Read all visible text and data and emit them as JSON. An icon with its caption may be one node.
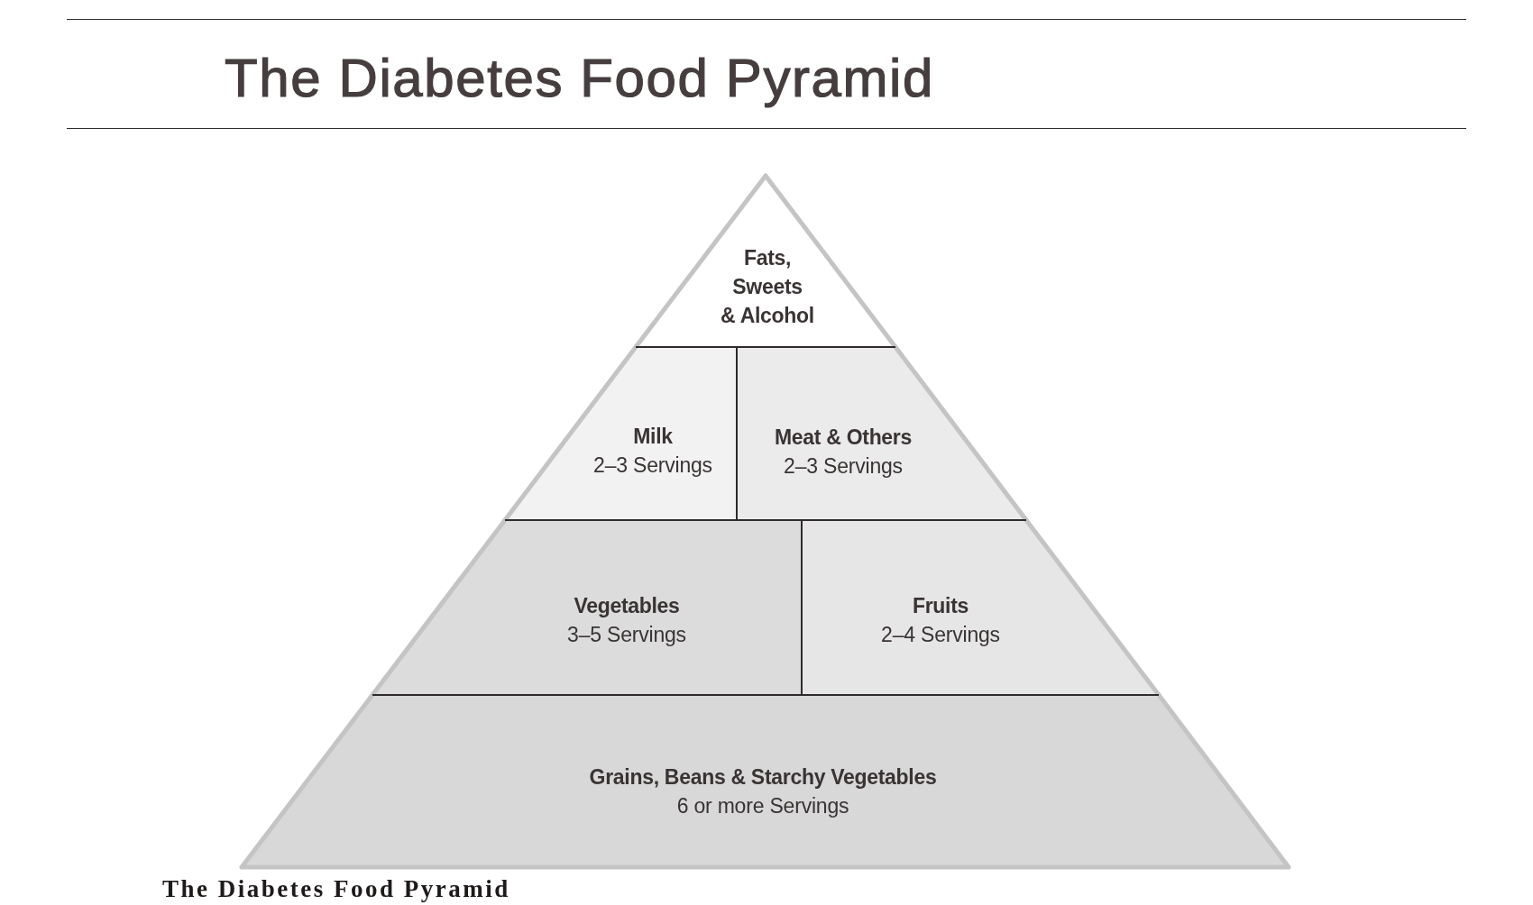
{
  "diagram": {
    "title": "The Diabetes Food Pyramid",
    "nodes": [
      {
        "text": [
          "Fats, Sweets & Alcohol"
        ]
      },
      {
        "text": [
          "Milk",
          "2–3 Servings"
        ]
      },
      {
        "text": [
          "Meat & Others",
          "2–3 Servings"
        ]
      },
      {
        "text": [
          "Vegetables",
          "3–5 Servings"
        ]
      },
      {
        "text": [
          "Fruits",
          "2–4 Servings"
        ]
      },
      {
        "text": [
          "Grains, Beans & Starchy Vegetables",
          "6 or more Servings"
        ]
      }
    ],
    "caption": "The Diabetes Food Pyramid"
  }
}
